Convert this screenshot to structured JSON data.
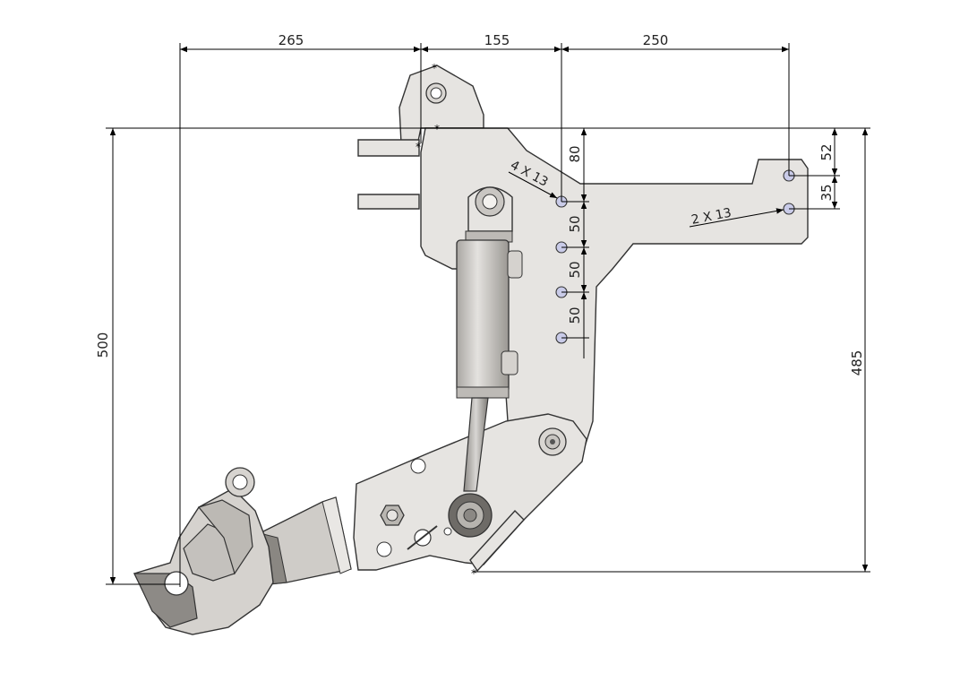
{
  "dimensions": {
    "top_left": "265",
    "top_middle": "155",
    "top_right": "250",
    "left_height": "500",
    "right_height": "485",
    "hole_spacing_1": "80",
    "hole_spacing_2": "50",
    "hole_spacing_3": "50",
    "hole_spacing_4": "50",
    "right_upper": "52",
    "right_lower": "35"
  },
  "callouts": {
    "left_holes": "4 X 13",
    "right_holes": "2 X 13"
  },
  "colors": {
    "plate": "#e6e4e1",
    "hole": "#c9cbe8",
    "line": "#000000"
  }
}
